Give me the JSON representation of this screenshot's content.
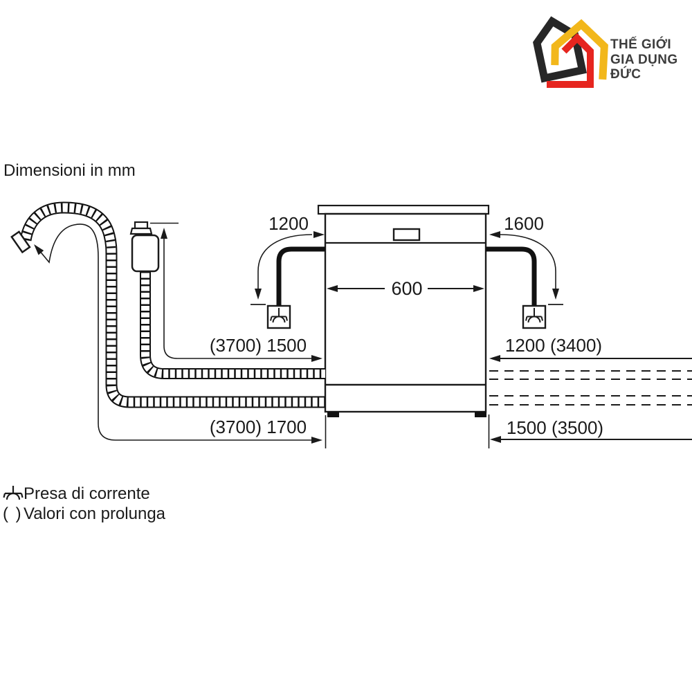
{
  "title": "Dimensioni in mm",
  "logo": {
    "line1": "THẾ GIỚI",
    "line2": "GIA DỤNG",
    "line3": "ĐỨC",
    "colors": {
      "house_black": "#272727",
      "house_yellow": "#F2B71B",
      "house_red": "#E6251F",
      "text": "#3D3D3D"
    }
  },
  "diagram": {
    "labels": {
      "power_cord_left": "1200",
      "power_cord_right": "1600",
      "appliance_width": "600",
      "supply_hose_length": "(3700) 1500",
      "drain_hose_length": "(3700) 1700",
      "supply_extension_right": "1200 (3400)",
      "drain_extension_right": "1500 (3500)"
    },
    "line_color": "#1a1a1a"
  },
  "legend": {
    "items": [
      {
        "icon": "power-socket-icon",
        "label": "Presa di corrente"
      },
      {
        "prefix": "( )",
        "label": "Valori con prolunga"
      }
    ]
  }
}
